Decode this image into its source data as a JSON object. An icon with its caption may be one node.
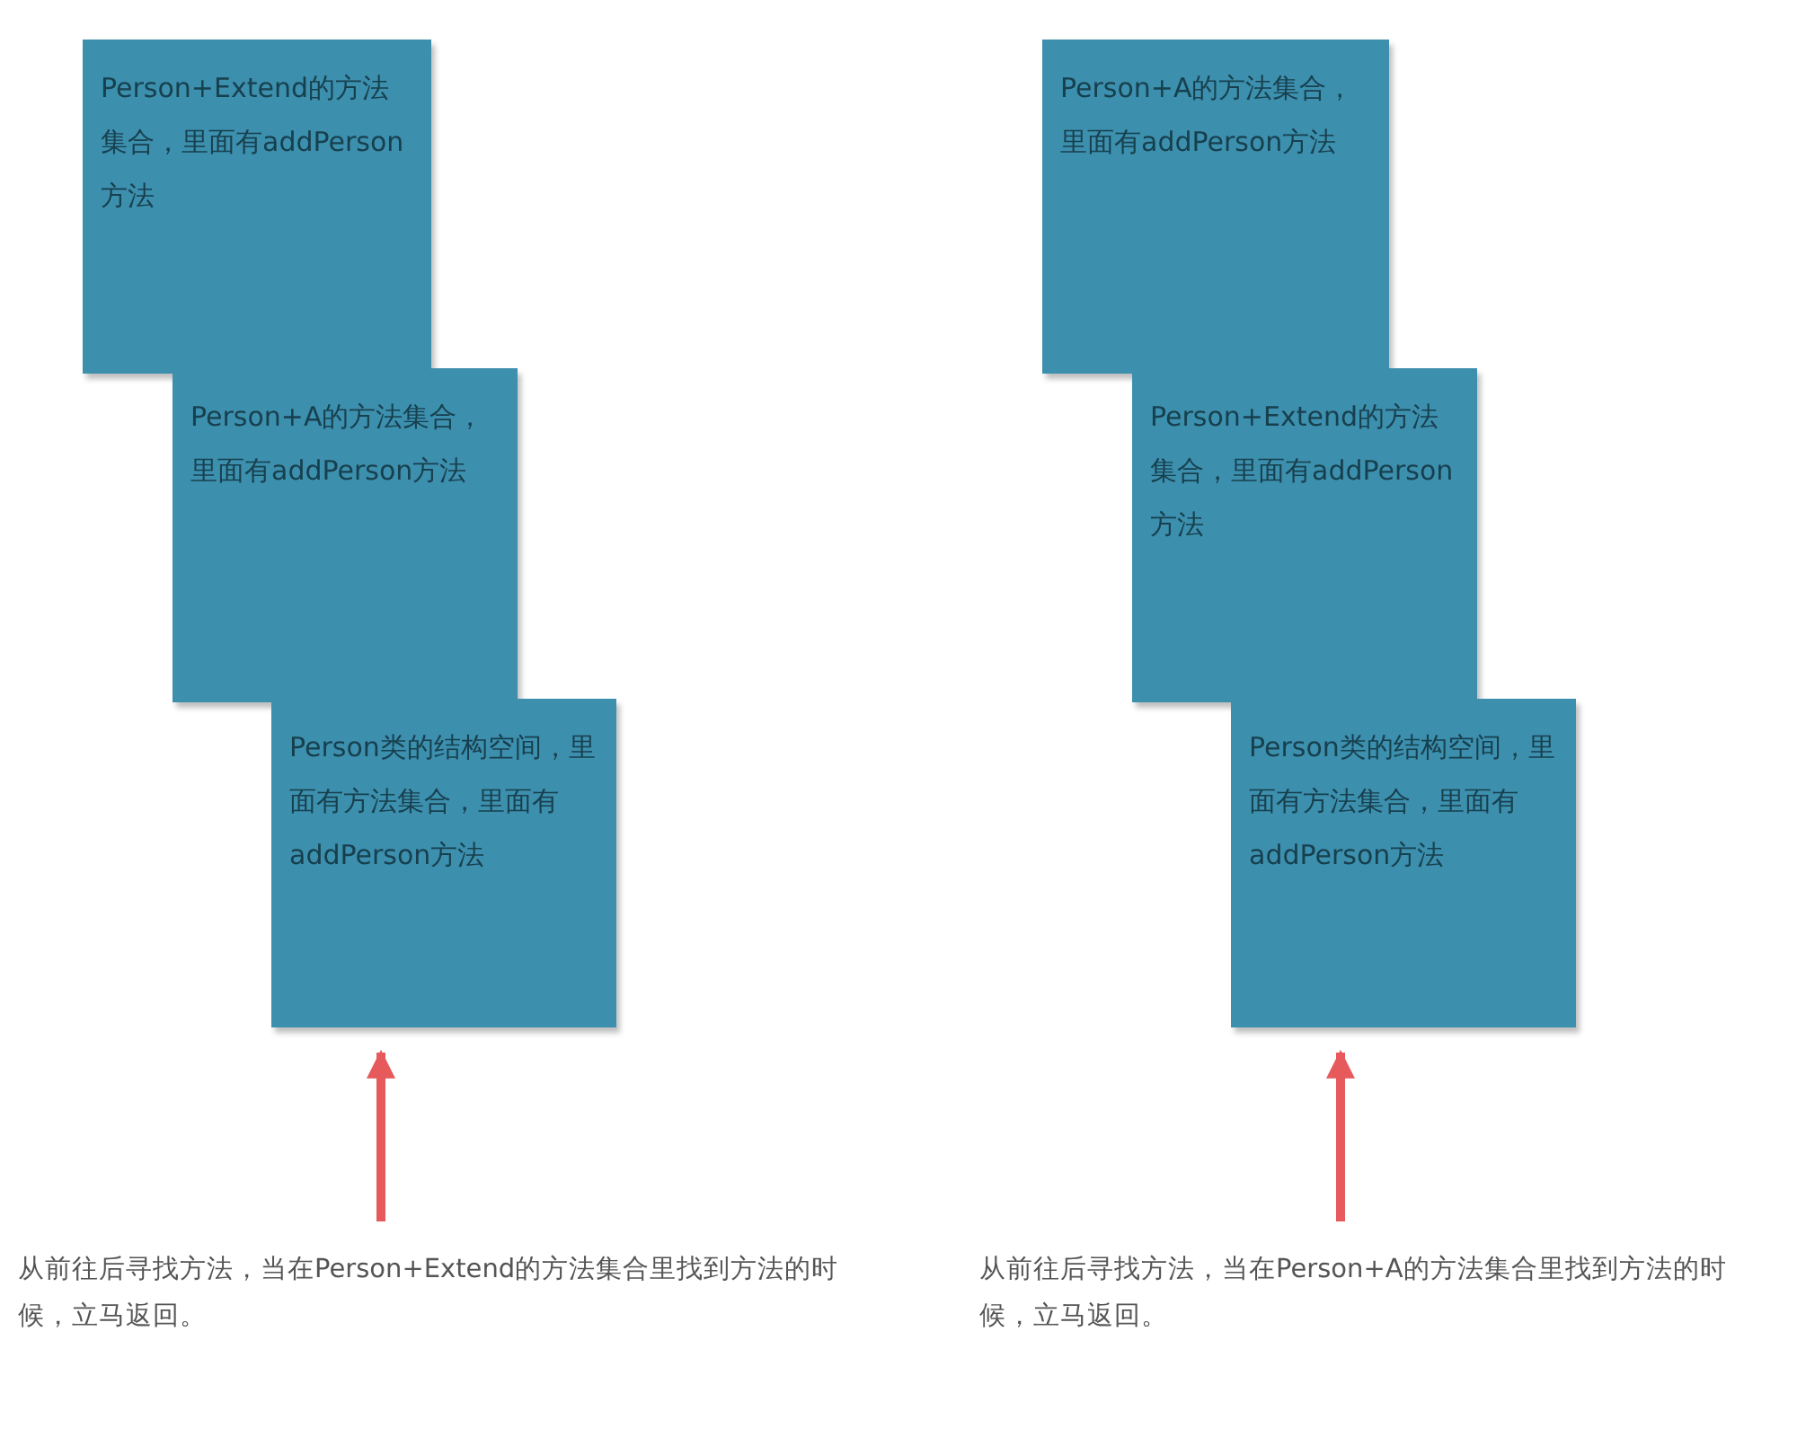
{
  "diagram": {
    "nodes": [
      {
        "text": [
          "Person+Extend的方法集合，里面有addPerson方法"
        ]
      },
      {
        "text": [
          "Person+A的方法集合，里面有addPerson方法"
        ]
      },
      {
        "text": [
          "Person类的结构空间，里面有方法集合，里面有addPerson方法"
        ]
      },
      {
        "text": [
          "从前往后寻找方法，当在Person+Extend的方法集合里找到方法的时候，立马返回。"
        ]
      },
      {
        "text": [
          "Person+A的方法集合，里面有addPerson方法"
        ]
      },
      {
        "text": [
          "Person+Extend的方法集合，里面有addPerson方法"
        ]
      },
      {
        "text": [
          "Person类的结构空间，里面有方法集合，里面有addPerson方法"
        ]
      },
      {
        "text": [
          "从前往后寻找方法，当在Person+A的方法集合里找到方法的时候，立马返回。"
        ]
      }
    ],
    "edges": [
      {
        "from": 3,
        "to": 2,
        "arrow": "to"
      },
      {
        "from": 7,
        "to": 6,
        "arrow": "to"
      }
    ]
  }
}
